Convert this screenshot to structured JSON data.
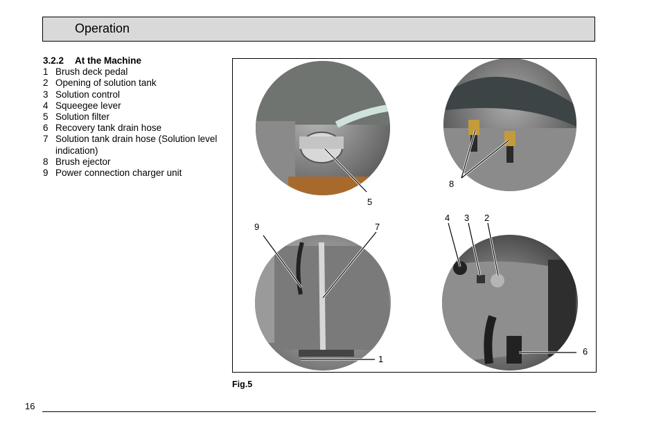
{
  "header": {
    "title": "Operation"
  },
  "section": {
    "number": "3.2.2",
    "title": "At the Machine",
    "items": [
      {
        "n": "1",
        "text": "Brush deck pedal"
      },
      {
        "n": "2",
        "text": "Opening of solution tank"
      },
      {
        "n": "3",
        "text": "Solution control"
      },
      {
        "n": "4",
        "text": "Squeegee lever"
      },
      {
        "n": "5",
        "text": "Solution filter"
      },
      {
        "n": "6",
        "text": "Recovery tank drain hose"
      },
      {
        "n": "7",
        "text": "Solution tank drain hose (Solution level indication)"
      },
      {
        "n": "8",
        "text": "Brush ejector"
      },
      {
        "n": "9",
        "text": "Power connection charger unit"
      }
    ]
  },
  "figure": {
    "caption": "Fig.5",
    "callouts": {
      "c1": "1",
      "c2": "2",
      "c3": "3",
      "c4": "4",
      "c5": "5",
      "c6": "6",
      "c7": "7",
      "c8": "8",
      "c9": "9"
    }
  },
  "footer": {
    "page_number": "16"
  }
}
